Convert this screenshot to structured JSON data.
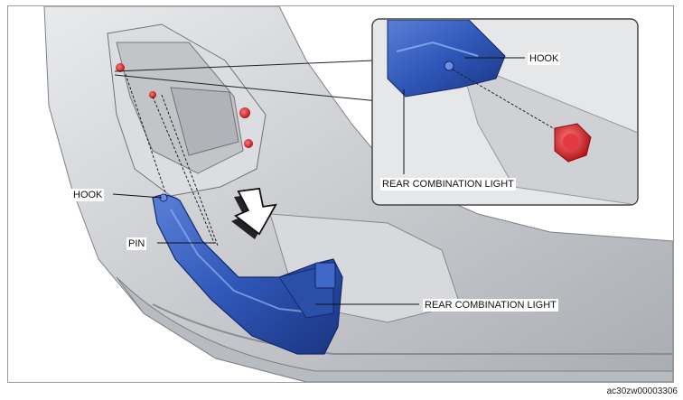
{
  "labels": {
    "inset_hook": "HOOK",
    "inset_rear_light": "REAR COMBINATION LIGHT",
    "main_hook": "HOOK",
    "main_pin": "PIN",
    "main_rear_light": "REAR COMBINATION LIGHT"
  },
  "figure_code": "ac30zw00003306",
  "colors": {
    "light_blue": "#2f57b8",
    "light_blue_dark": "#1d3c8e",
    "pin_red": "#d2232a",
    "body_gray": "#cfd1d4",
    "body_dark": "#8e9196"
  }
}
